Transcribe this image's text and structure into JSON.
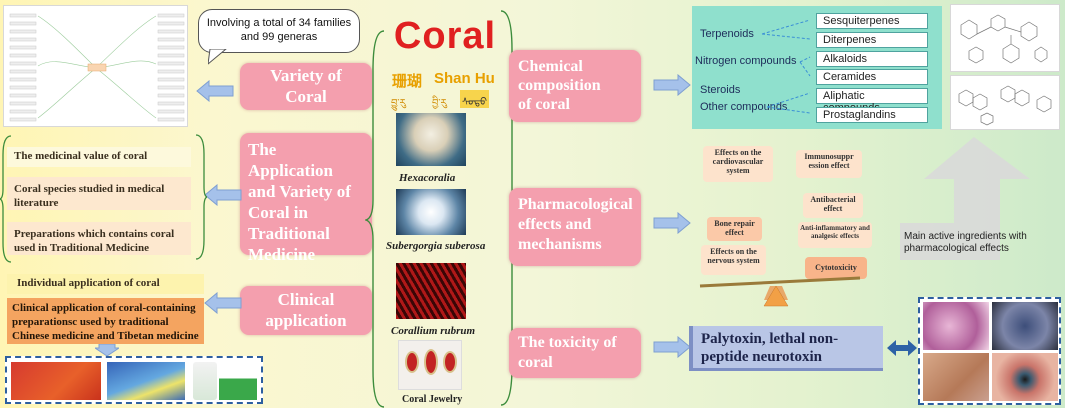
{
  "center": {
    "title": "Coral",
    "names": {
      "chinese": "珊瑚",
      "pinyin": "Shan Hu",
      "tibetan1": "བྱུ་རུ",
      "tibetan2": "བྱི་རུ",
      "mongolian": "ᠰᠤᠳᠤ"
    },
    "photo_labels": [
      "Hexacoralia",
      "Subergorgia suberosa",
      "Corallium rubrum",
      "Coral Jewelry"
    ]
  },
  "left": {
    "speech": "Involving a total of 34 families and 99 generas",
    "variety": [
      "Variety of",
      "Coral"
    ],
    "application": [
      "The Application",
      "and Variety of",
      "Coral in",
      "Traditional",
      "Medicine"
    ],
    "notes": [
      "The medicinal value of coral",
      "Coral species studied in medical literature",
      "Preparations which contains coral used in Traditional Medicine"
    ],
    "clinical": [
      "Clinical",
      "application"
    ],
    "individual": "Individual application of coral",
    "clinical_note": "Clinical application of coral-containing preparationsc used by traditional Chinese medicine and Tibetan medicine"
  },
  "right": {
    "chemical": [
      "Chemical",
      "composition",
      "of coral"
    ],
    "pharm": [
      "Pharmacological",
      "effects and",
      "mechanisms"
    ],
    "toxicity": [
      "The toxicity of",
      "coral"
    ],
    "toxin": "Palytoxin, lethal non-peptide neurotoxin",
    "main_active": "Main active ingredients with pharmacological effects",
    "chem_groups": [
      "Terpenoids",
      "Nitrogen compounds",
      "Steroids",
      "Other compounds"
    ],
    "chem_items": [
      "Sesquiterpenes",
      "Diterpenes",
      "Alkaloids",
      "Ceramides",
      "Aliphatic compounds",
      "Prostaglandins"
    ],
    "effects": {
      "cardio": "Effects on the cardiovascular system",
      "immuno": "Immunosuppr ession effect",
      "antibac": "Antibacterial effect",
      "bone": "Bone repair effect",
      "antiinfl": "Anti-inflammatory and analgesic effects",
      "nervous": "Effects on the nervous system",
      "cyto": "Cytotoxicity"
    }
  },
  "colors": {
    "pink": "#f49fae",
    "teal": "#8fe0cd",
    "arrow": "#a5c1ea",
    "gray_arrow": "#d6d6d6",
    "toxin_box": "#b9c6e6",
    "orange": "#f4a460"
  }
}
